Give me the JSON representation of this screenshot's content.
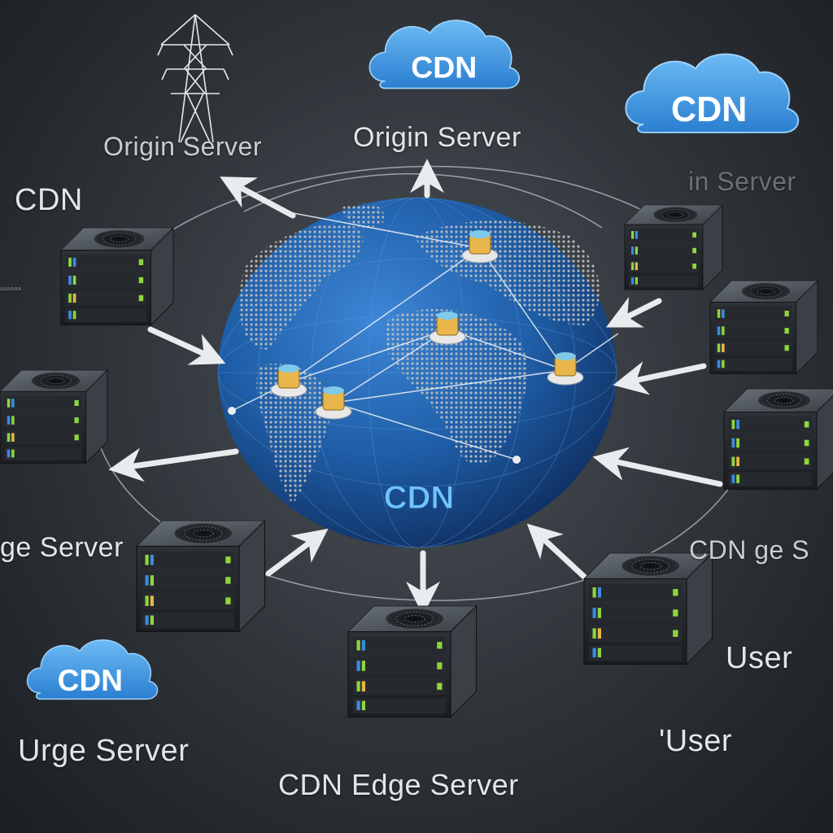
{
  "labels": {
    "origin_top_left": "Origin Server",
    "origin_top_center": "Origin Server",
    "origin_right_partial": "in Server",
    "cdn_left": "CDN",
    "edge_left": "ge Server",
    "edge_right": "CDN ge S",
    "user_right_1": "User",
    "user_right_2": "'User",
    "urge_server": "Urge Server",
    "cdn_edge_bottom": "CDN Edge Server",
    "tiny_left": "aaaaaa"
  },
  "clouds": {
    "top_center": "CDN",
    "top_right": "CDN",
    "bottom_left": "CDN"
  },
  "globe": {
    "label": "CDN"
  },
  "colors": {
    "cloud_blue": "#3f9be6",
    "globe_blue": "#1f5ea8",
    "node_gold": "#e8b64a",
    "led_green": "#8fd63a"
  },
  "icons": {
    "tower": "transmission-tower-icon",
    "server": "server-rack-icon",
    "cloud": "cloud-icon",
    "node": "cache-node-icon"
  }
}
